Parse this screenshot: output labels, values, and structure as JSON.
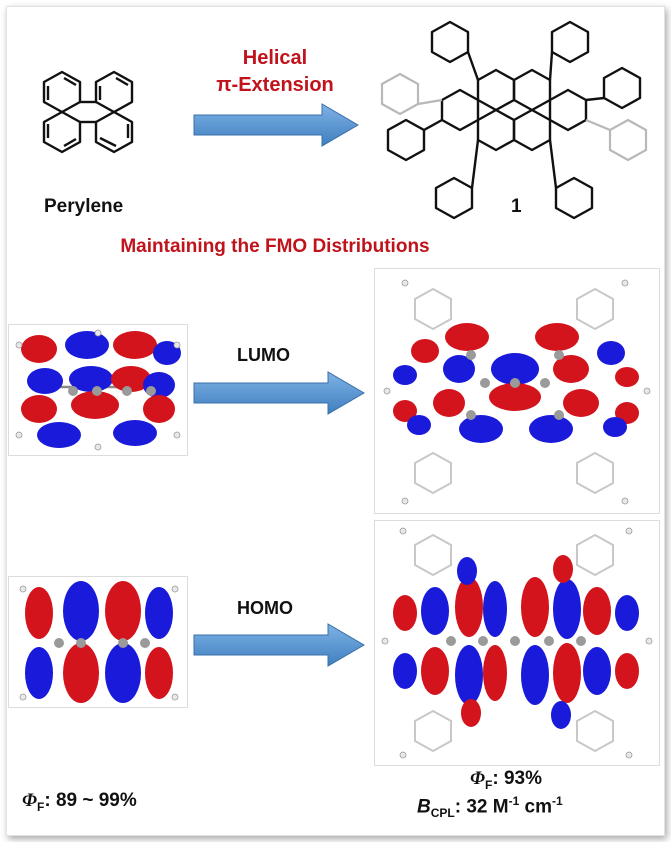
{
  "top": {
    "reaction_line1": "Helical",
    "reaction_line2": "π-Extension",
    "start_label": "Perylene",
    "product_label": "1"
  },
  "middle": {
    "heading": "Maintaining the FMO Distributions"
  },
  "orbitals": {
    "lumo_label": "LUMO",
    "homo_label": "HOMO"
  },
  "properties": {
    "perylene_phi_symbol": "Φ",
    "perylene_phi_sub": "F",
    "perylene_phi_value": ": 89 ~ 99%",
    "product_phi_symbol": "Φ",
    "product_phi_sub": "F",
    "product_phi_value": ": 93%",
    "product_b_symbol": "B",
    "product_b_sub": "CPL",
    "product_b_value_a": ": 32 M",
    "product_b_sup1": "-1",
    "product_b_value_b": " cm",
    "product_b_sup2": "-1"
  },
  "colors": {
    "lobe_positive": "#d4141c",
    "lobe_negative": "#1a1adb",
    "arrow_fill": "#5b9bd5",
    "label_red": "#c0131b"
  }
}
